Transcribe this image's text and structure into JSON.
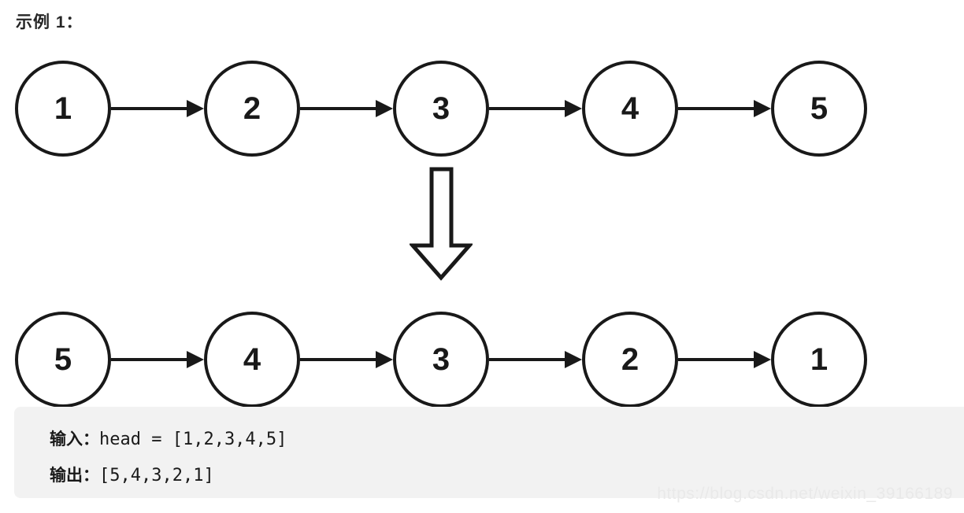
{
  "title": "示例 1：",
  "diagram": {
    "top_row": {
      "nodes": [
        "1",
        "2",
        "3",
        "4",
        "5"
      ]
    },
    "bottom_row": {
      "nodes": [
        "5",
        "4",
        "3",
        "2",
        "1"
      ]
    },
    "transform": "reverse-linked-list"
  },
  "io": {
    "input_label": "输入：",
    "input_value": "head = [1,2,3,4,5]",
    "output_label": "输出：",
    "output_value": "[5,4,3,2,1]"
  },
  "watermark": "https://blog.csdn.net/weixin_39166189",
  "colors": {
    "stroke": "#191919",
    "panel_bg": "#f2f2f2",
    "watermark_text": "#e9e9e9",
    "title_text": "#262626"
  }
}
